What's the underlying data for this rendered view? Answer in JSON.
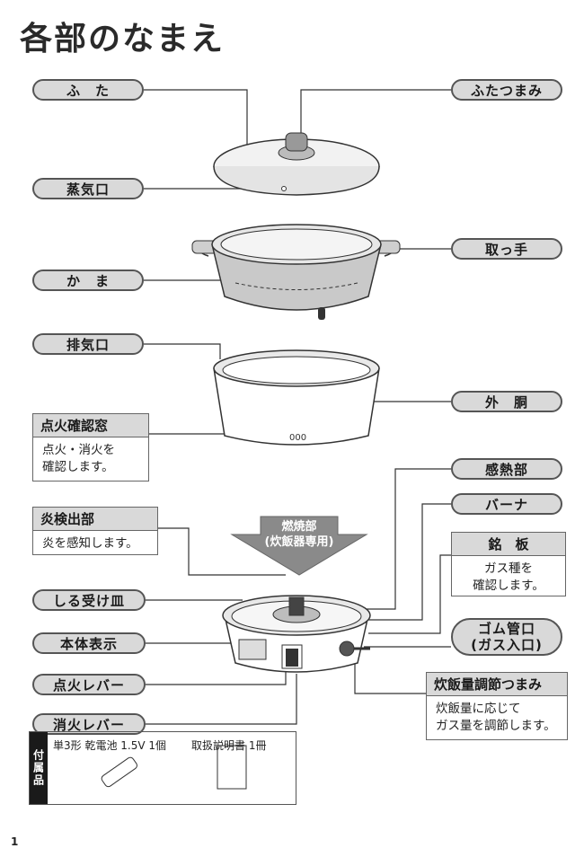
{
  "title": "各部のなまえ",
  "labels": {
    "futa": "ふ　た",
    "futa_tsumami": "ふたつまみ",
    "jouki_guchi": "蒸気口",
    "totte": "取っ手",
    "kama": "か　ま",
    "haiki_guchi": "排気口",
    "gaidou": "外　胴",
    "kanetsu_bu": "感熱部",
    "burner": "バーナ",
    "shiru_uke": "しる受け皿",
    "hontai_hyouji": "本体表示",
    "tenka_lever": "点火レバー",
    "shouka_lever": "消火レバー",
    "gomu_kan_line1": "ゴム管口",
    "gomu_kan_line2": "(ガス入口)"
  },
  "boxes": {
    "tenka_window": {
      "header": "点火確認窓",
      "body": "点火・消火を\n確認します。"
    },
    "hono_kenshutsu": {
      "header": "炎検出部",
      "body": "炎を感知します。"
    },
    "meiban": {
      "header": "銘　板",
      "body": "ガス種を\n確認します。"
    },
    "suihan_ryou": {
      "header": "炊飯量調節つまみ",
      "body": "炊飯量に応じて\nガス量を調節します。"
    }
  },
  "arrow_label": {
    "line1": "燃焼部",
    "line2": "(炊飯器専用)"
  },
  "accessories": {
    "side_label": "付属品",
    "item1": "単3形 乾電池 1.5V 1個",
    "item2": "取扱説明書 1冊"
  },
  "page_number": "1"
}
